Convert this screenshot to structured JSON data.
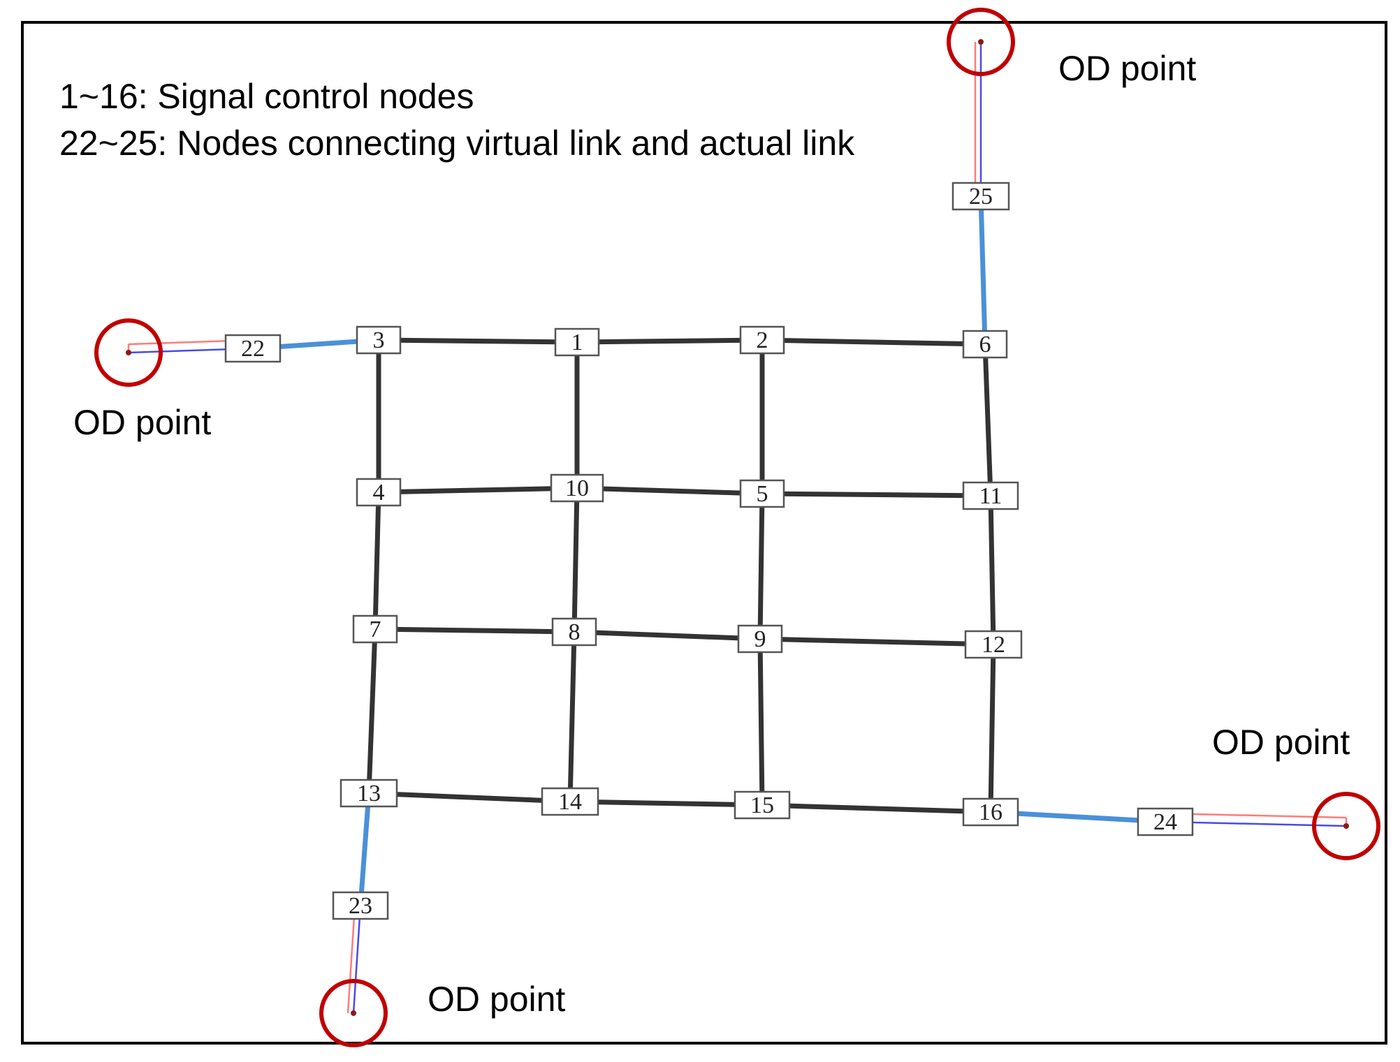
{
  "legend": {
    "line1": "1~16: Signal control nodes",
    "line2": "22~25: Nodes connecting virtual link and actual link"
  },
  "od_label": "OD point",
  "colors": {
    "actual_link": "#333333",
    "connector_link": "#4a90d9",
    "virtual_link_in": "#ff7b7b",
    "virtual_link_out": "#4a4ae8",
    "od_marker": "#c00000"
  },
  "nodes": [
    {
      "id": "1"
    },
    {
      "id": "2"
    },
    {
      "id": "3"
    },
    {
      "id": "4"
    },
    {
      "id": "5"
    },
    {
      "id": "6"
    },
    {
      "id": "7"
    },
    {
      "id": "8"
    },
    {
      "id": "9"
    },
    {
      "id": "10"
    },
    {
      "id": "11"
    },
    {
      "id": "12"
    },
    {
      "id": "13"
    },
    {
      "id": "14"
    },
    {
      "id": "15"
    },
    {
      "id": "16"
    },
    {
      "id": "22"
    },
    {
      "id": "23"
    },
    {
      "id": "24"
    },
    {
      "id": "25"
    }
  ],
  "actual_links": [
    [
      "3",
      "1"
    ],
    [
      "1",
      "2"
    ],
    [
      "2",
      "6"
    ],
    [
      "4",
      "10"
    ],
    [
      "10",
      "5"
    ],
    [
      "5",
      "11"
    ],
    [
      "7",
      "8"
    ],
    [
      "8",
      "9"
    ],
    [
      "9",
      "12"
    ],
    [
      "13",
      "14"
    ],
    [
      "14",
      "15"
    ],
    [
      "15",
      "16"
    ],
    [
      "3",
      "4"
    ],
    [
      "4",
      "7"
    ],
    [
      "7",
      "13"
    ],
    [
      "1",
      "10"
    ],
    [
      "10",
      "8"
    ],
    [
      "8",
      "14"
    ],
    [
      "2",
      "5"
    ],
    [
      "5",
      "9"
    ],
    [
      "9",
      "15"
    ],
    [
      "6",
      "11"
    ],
    [
      "11",
      "12"
    ],
    [
      "12",
      "16"
    ]
  ],
  "connector_links": [
    [
      "22",
      "3"
    ],
    [
      "25",
      "6"
    ],
    [
      "13",
      "23"
    ],
    [
      "16",
      "24"
    ]
  ],
  "od_points": [
    {
      "connects_to": "22"
    },
    {
      "connects_to": "25"
    },
    {
      "connects_to": "23"
    },
    {
      "connects_to": "24"
    }
  ]
}
